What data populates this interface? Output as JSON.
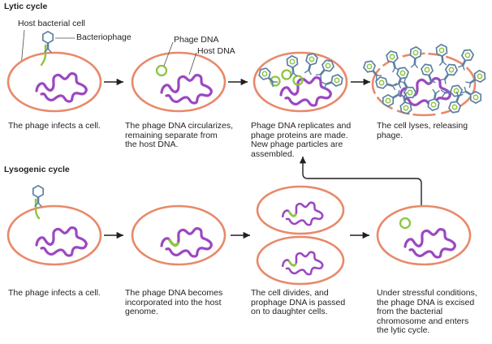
{
  "lytic": {
    "title": "Lytic cycle",
    "labels": {
      "host_cell": "Host bacterial cell",
      "bacteriophage": "Bacteriophage",
      "phage_dna": "Phage DNA",
      "host_dna": "Host DNA"
    },
    "captions": [
      "The phage infects a cell.",
      "The phage DNA circularizes,\nremaining separate from\nthe host DNA.",
      "Phage DNA replicates and\nphage proteins are made.\nNew phage particles are\nassembled.",
      "The cell lyses, releasing\nphage."
    ]
  },
  "lysogenic": {
    "title": "Lysogenic cycle",
    "captions": [
      "The phage infects a cell.",
      "The phage DNA becomes\nincorporated into the host\ngenome.",
      "The cell divides, and\nprophage DNA is passed\non to daughter cells.",
      "Under stressful conditions,\nthe phage DNA is excised\nfrom the bacterial\nchromosome and enters\nthe lytic cycle."
    ]
  },
  "colors": {
    "cell_membrane": "#e8896a",
    "host_dna": "#9b48c1",
    "phage_dna": "#8dc63f",
    "phage": "#5d7fa3",
    "arrow": "#231f20"
  },
  "icons": {
    "phage": "bacteriophage-icon",
    "arrow": "arrow-right-icon",
    "return_arrow": "arrow-return-icon"
  }
}
